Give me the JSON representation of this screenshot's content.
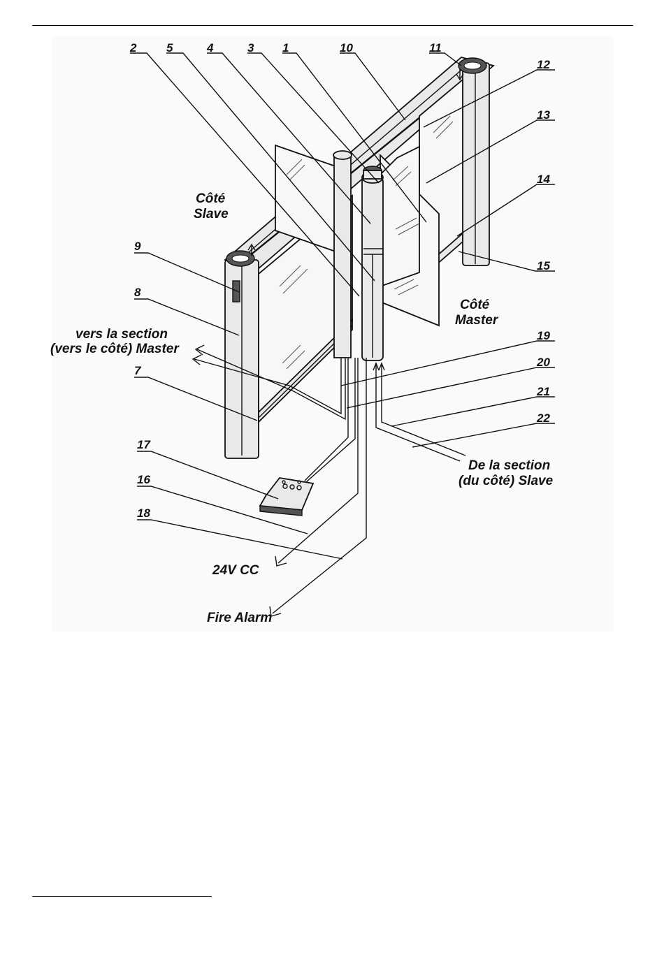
{
  "figure": {
    "callouts": [
      "1",
      "2",
      "3",
      "4",
      "5",
      "7",
      "8",
      "9",
      "10",
      "11",
      "12",
      "13",
      "14",
      "15",
      "16",
      "17",
      "18",
      "19",
      "20",
      "21",
      "22"
    ],
    "labels": {
      "cote_slave_1": "Côté",
      "cote_slave_2": "Slave",
      "cote_master_1": "Côté",
      "cote_master_2": "Master",
      "vers_section_1": "vers la section",
      "vers_section_2": "(vers le côté) Master",
      "de_section_1": "De la section",
      "de_section_2": "(du côté) Slave",
      "power": "24V CC",
      "fire_alarm": "Fire Alarm"
    }
  }
}
